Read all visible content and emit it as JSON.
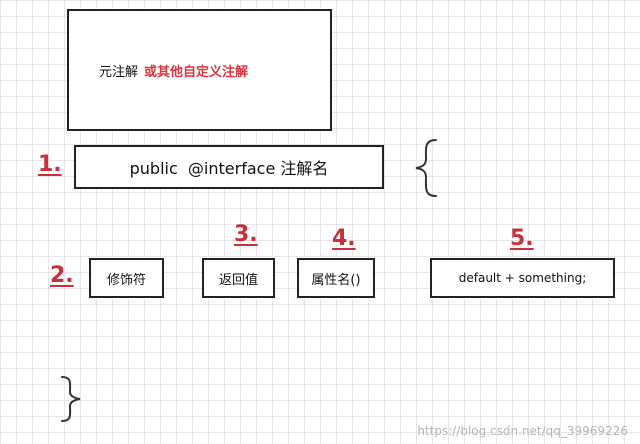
{
  "top_box": {
    "meta_label": "元注解",
    "custom_label": "或其他自定义注解"
  },
  "declaration": {
    "text": "public  @interface 注解名"
  },
  "numbers": {
    "n1": "1.",
    "n2": "2.",
    "n3": "3.",
    "n4": "4.",
    "n5": "5."
  },
  "parts": {
    "modifier": "修饰符",
    "return_value": "返回值",
    "attribute": "属性名()",
    "default": "default + something;"
  },
  "watermark": "https://blog.csdn.net/qq_39969226",
  "colors": {
    "accent": "#c6313b",
    "custom_text": "#d9363e",
    "border": "#222222"
  }
}
